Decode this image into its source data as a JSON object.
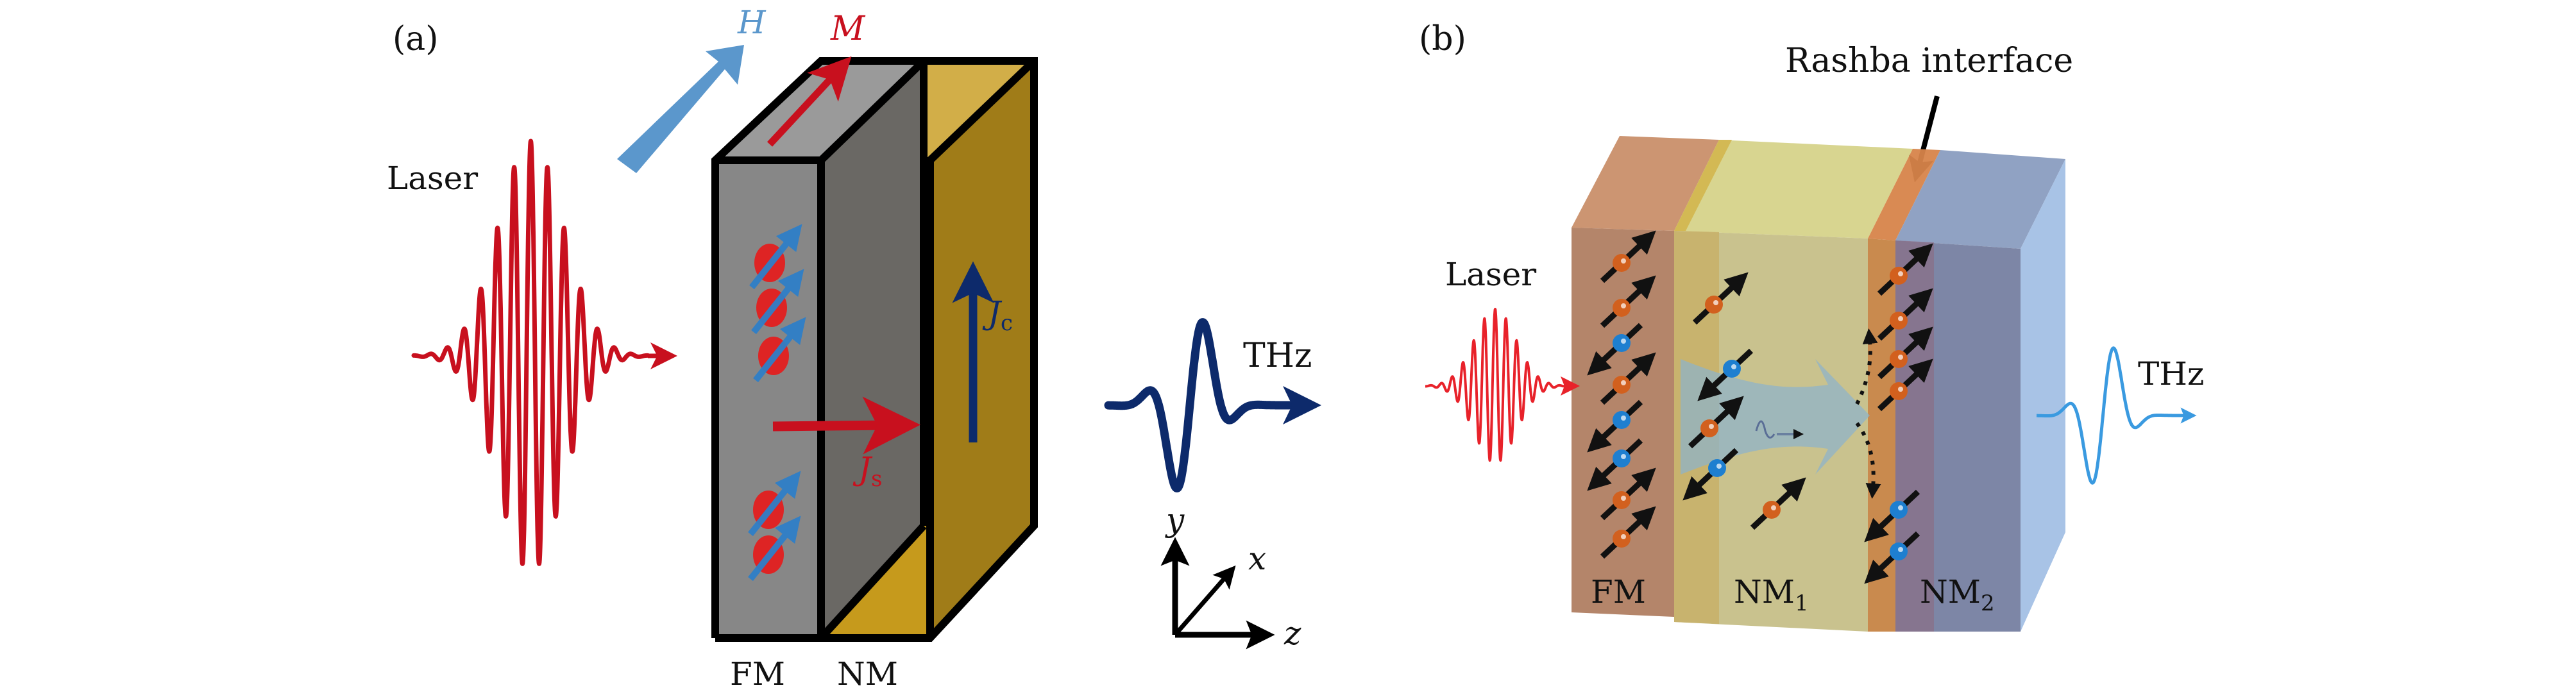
{
  "panel_a": {
    "label": "(a)",
    "laser_label": "Laser",
    "field_label": "H",
    "magnetization_label": "M",
    "charge_current_label": "J",
    "charge_current_sub": "c",
    "spin_current_label": "J",
    "spin_current_sub": "s",
    "thz_label": "THz",
    "layers": [
      "FM",
      "NM"
    ],
    "axes": {
      "x": "x",
      "y": "y",
      "z": "z"
    },
    "colors": {
      "fm_front": "#878787",
      "fm_side": "#6a6864",
      "fm_top": "#9a9a9a",
      "nm_front": "#c69a1c",
      "nm_side": "#a07c18",
      "nm_top": "#d2ae48",
      "laser": "#c8101e",
      "field": "#5b97cc",
      "magnetization": "#c8101e",
      "charge_current": "#0d2a6b",
      "thz": "#0d2a6b",
      "spin_dot": "#e51b1b",
      "spin_arrow": "#2f7fc8"
    }
  },
  "panel_b": {
    "label": "(b)",
    "annotation": "Rashba interface",
    "laser_label": "Laser",
    "thz_label": "THz",
    "layers": [
      {
        "name": "FM",
        "sub": ""
      },
      {
        "name": "NM",
        "sub": "1"
      },
      {
        "name": "NM",
        "sub": "2"
      }
    ],
    "colors": {
      "fm": "#b4856a",
      "nm1": "#c9c28e",
      "rashba": "#c98a4e",
      "nm2": "#7d86a6",
      "side": "#a8c3e6",
      "laser": "#e8222a",
      "thz": "#3a9ae0",
      "spin_up": "#d2601e",
      "spin_down": "#1e7fd0",
      "flow": "#8fb3c8"
    }
  }
}
